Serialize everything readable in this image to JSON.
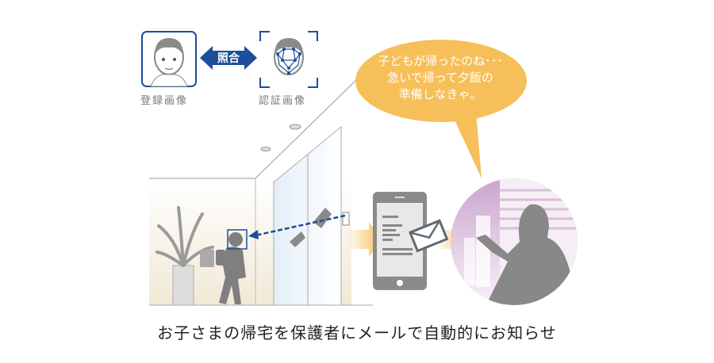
{
  "registered_label": "登録画像",
  "auth_label": "認証画像",
  "match_label": "照合",
  "speech_bubble": [
    "子どもが帰ったのね･･･",
    "急いで帰って夕飯の",
    "準備しなきゃ。"
  ],
  "caption": "お子さまの帰宅を保護者にメールで自動的にお知らせ",
  "colors": {
    "blue": "#1d4e9a",
    "orange": "#f6bf5a",
    "gray": "#8a8a8a",
    "purple": "#c9a3cc"
  }
}
